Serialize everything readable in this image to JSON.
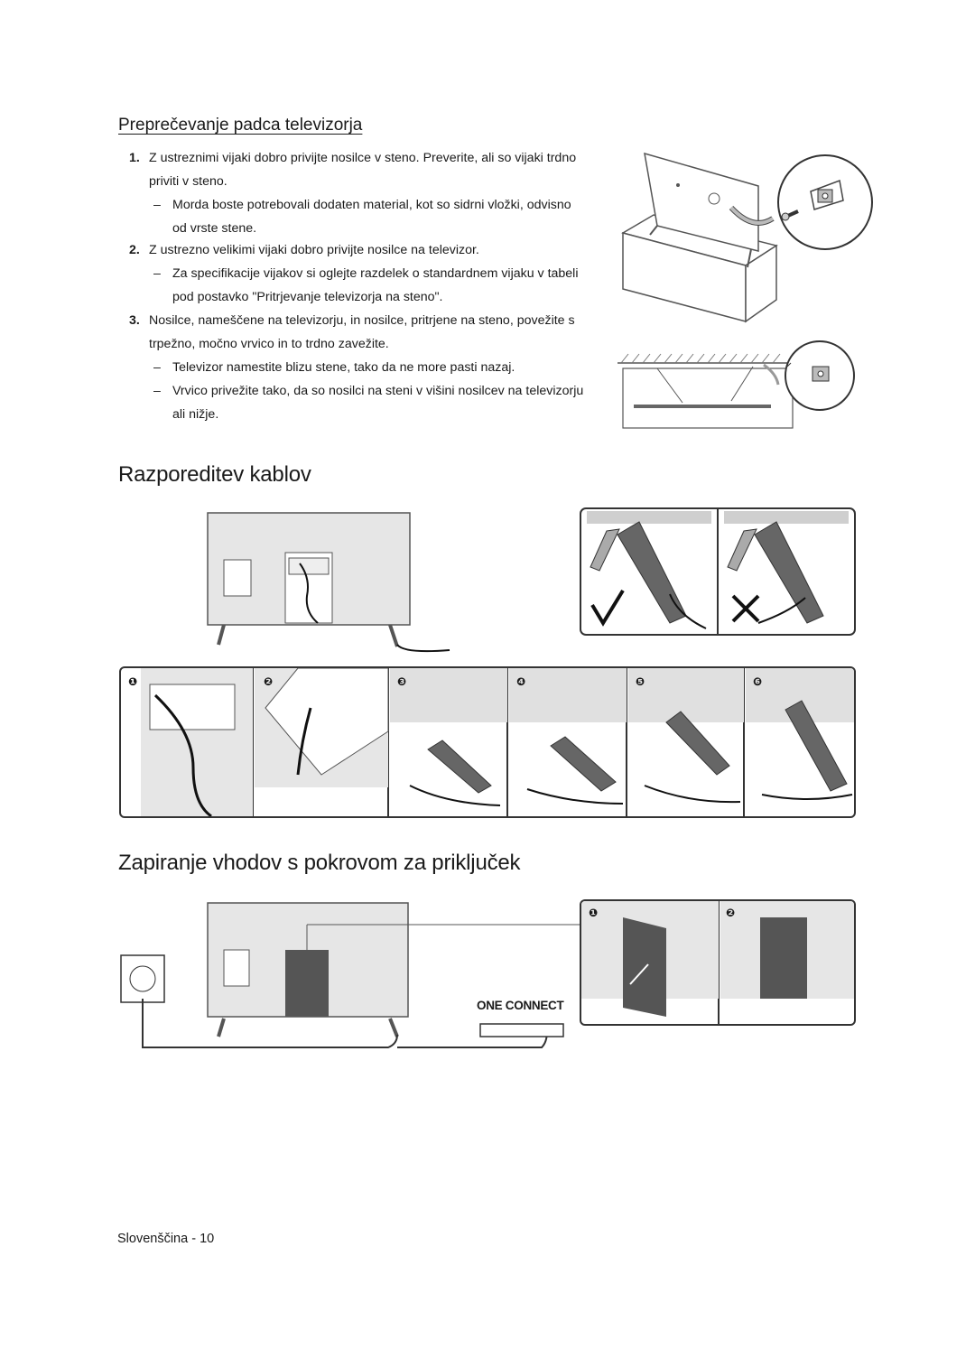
{
  "section_fall": {
    "title": "Preprečevanje padca televizorja",
    "steps": [
      {
        "num": "1.",
        "text": "Z ustreznimi vijaki dobro privijte nosilce v steno. Preverite, ali so vijaki trdno priviti v steno.",
        "subs": [
          "Morda boste potrebovali dodaten material, kot so sidrni vložki, odvisno od vrste stene."
        ]
      },
      {
        "num": "2.",
        "text": "Z ustrezno velikimi vijaki dobro privijte nosilce na televizor.",
        "subs": [
          "Za specifikacije vijakov si oglejte razdelek o standardnem vijaku v tabeli pod postavko \"Pritrjevanje televizorja na steno\"."
        ]
      },
      {
        "num": "3.",
        "text": "Nosilce, nameščene na televizorju, in nosilce, pritrjene na steno, povežite s trpežno, močno vrvico in to trdno zavežite.",
        "subs": [
          "Televizor namestite blizu stene, tako da ne more pasti nazaj.",
          "Vrvico privežite tako, da so nosilci na steni v višini nosilcev na televizorju ali nižje."
        ]
      }
    ],
    "dash": "–"
  },
  "section_cables": {
    "title": "Razporeditev kablov",
    "step_badges": [
      "❶",
      "❷",
      "❸",
      "❹",
      "❺",
      "❻"
    ]
  },
  "section_cover": {
    "title": "Zapiranje vhodov s pokrovom za priključek",
    "one_connect_label": "ONE CONNECT",
    "step_badges": [
      "❶",
      "❷"
    ]
  },
  "footer": {
    "page_label": "Slovenščina - 10"
  }
}
